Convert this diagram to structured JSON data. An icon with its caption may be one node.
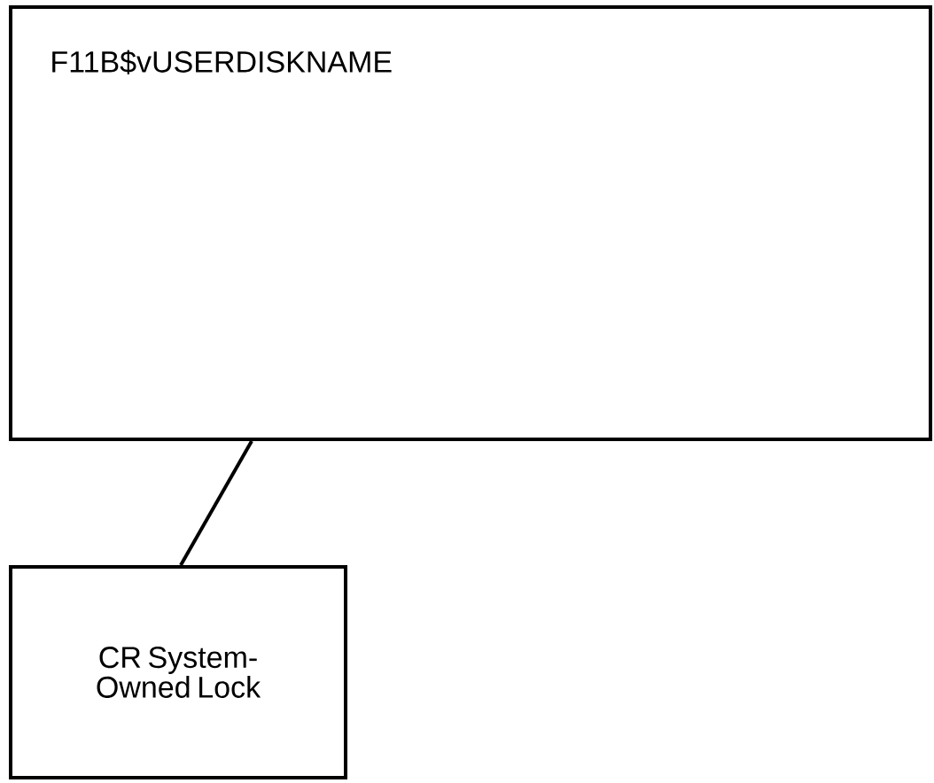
{
  "diagram": {
    "nodes": [
      {
        "text": [
          "F11B$vUSERDISKNAME"
        ]
      },
      {
        "text": [
          "CR System-Owned Lock"
        ]
      }
    ],
    "edges": [
      {
        "from": 0,
        "to": 1,
        "arrow": "none"
      }
    ]
  }
}
